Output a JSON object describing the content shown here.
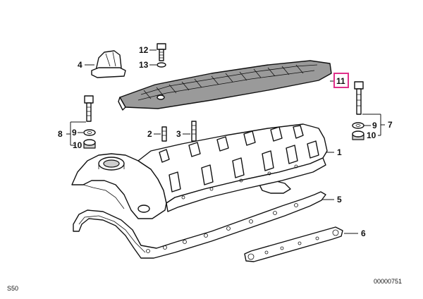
{
  "callouts": {
    "c1": "1",
    "c2": "2",
    "c3": "3",
    "c4": "4",
    "c5": "5",
    "c6": "6",
    "c7": "7",
    "c8": "8",
    "c9_left": "9",
    "c9_right": "9",
    "c10_left": "10",
    "c10_right": "10",
    "c11": "11",
    "c12": "12",
    "c13": "13"
  },
  "corners": {
    "bottom_left": "S50",
    "bottom_right": "00000751"
  },
  "colors": {
    "highlight": "#e0308a",
    "line": "#111111",
    "shade": "#9a9a9a"
  }
}
